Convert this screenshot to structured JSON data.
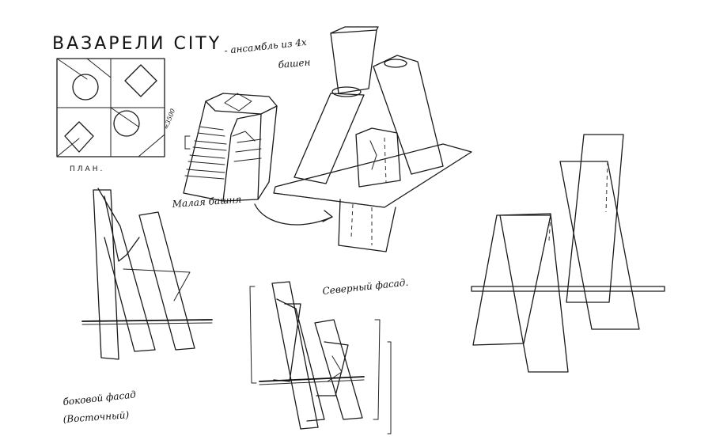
{
  "title": {
    "main": "ВАЗАРЕЛИ  CITY",
    "subtitle_line1": "- ансамбль из 4х",
    "subtitle_line2": "башен"
  },
  "labels": {
    "plan": "ПЛАН.",
    "dimension": "≈3500",
    "small_tower": "Малая башня",
    "north_facade": "Северный фасад.",
    "side_facade_line1": "боковой фасад",
    "side_facade_line2": "(Восточный)"
  },
  "colors": {
    "ink": "#1a1a1a",
    "paper": "#ffffff"
  }
}
